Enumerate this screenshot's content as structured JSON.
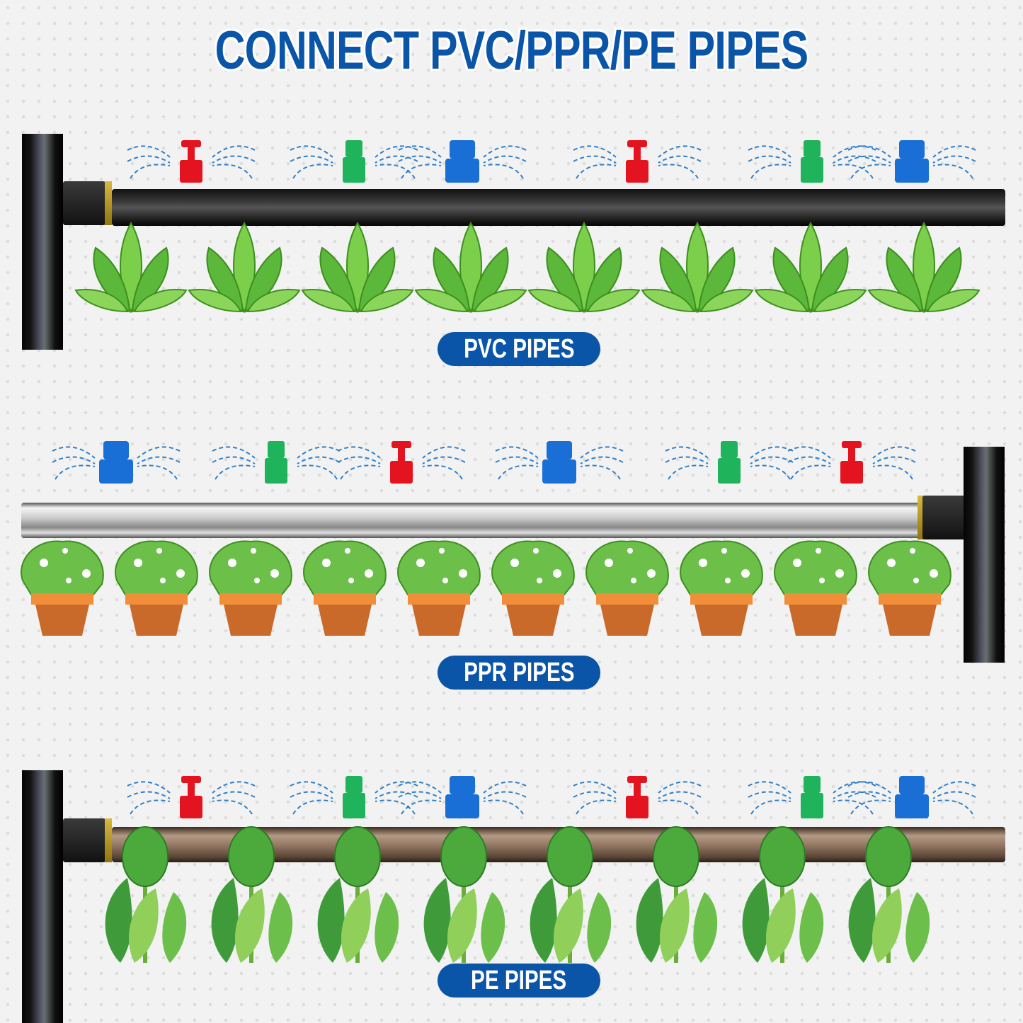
{
  "title": "CONNECT PVC/PPR/PE PIPES",
  "sections": [
    {
      "label": "PVC PIPES",
      "pipe_color": "#2b2b2b",
      "plants": "leafy-herb",
      "plant_count": 8,
      "nozzles": [
        "red",
        "green",
        "blue",
        "red",
        "green",
        "blue"
      ]
    },
    {
      "label": "PPR PIPES",
      "pipe_color": "#c8c8c8",
      "plants": "potted-flowering-shrub",
      "plant_count": 10,
      "nozzles": [
        "blue",
        "green",
        "red",
        "blue",
        "green",
        "red"
      ]
    },
    {
      "label": "PE PIPES",
      "pipe_color": "#8e7360",
      "plants": "monstera-and-lettuce",
      "plant_count": 8,
      "nozzles": [
        "red",
        "green",
        "blue",
        "red",
        "green",
        "blue"
      ]
    }
  ],
  "colors": {
    "accent": "#0b55a8",
    "red": "#e3141f",
    "green": "#1fb35b",
    "blue": "#1a6fd6",
    "spray": "#2f7fc8"
  }
}
